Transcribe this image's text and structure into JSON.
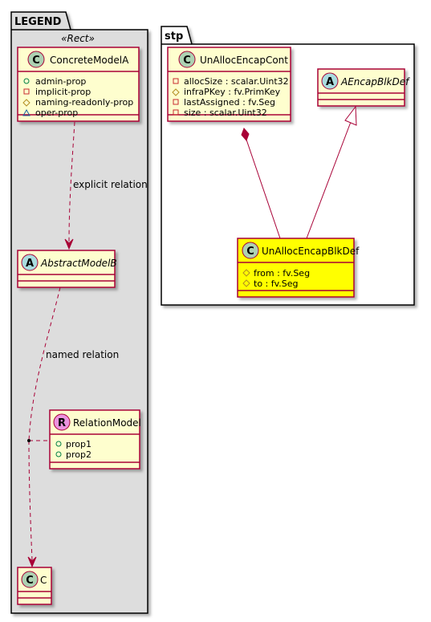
{
  "colors": {
    "class_fill": "#FEFECE",
    "class_border": "#A80036",
    "highlight_fill": "#FFFF00",
    "package_fill_legend": "#DDDDDD",
    "package_border": "#000000",
    "badge_class": "#ADD1B2",
    "badge_abstract": "#A9DCDF",
    "badge_relation": "#EB93DF"
  },
  "legend": {
    "title": "LEGEND",
    "stereotype": "«Rect»",
    "concrete": {
      "badge": "C",
      "name": "ConcreteModelA",
      "fields": [
        {
          "vis": "+",
          "text": "admin-prop"
        },
        {
          "vis": "-",
          "text": "implicit-prop"
        },
        {
          "vis": "#",
          "text": "naming-readonly-prop"
        },
        {
          "vis": "~",
          "text": "oper-prop"
        }
      ]
    },
    "explicit_label": "explicit relation",
    "abstract": {
      "badge": "A",
      "name": "AbstractModelB"
    },
    "named_label": "named relation",
    "relation": {
      "badge": "R",
      "name": "RelationModel",
      "fields": [
        {
          "vis": "+",
          "text": "prop1"
        },
        {
          "vis": "+",
          "text": "prop2"
        }
      ]
    },
    "c": {
      "badge": "C",
      "name": "C"
    }
  },
  "stp": {
    "title": "stp",
    "cont": {
      "badge": "C",
      "name": "UnAllocEncapCont",
      "fields": [
        {
          "vis": "-",
          "text": "allocSize : scalar.Uint32"
        },
        {
          "vis": "#",
          "text": "infraPKey : fv.PrimKey"
        },
        {
          "vis": "-",
          "text": "lastAssigned : fv.Seg"
        },
        {
          "vis": "-",
          "text": "size : scalar.Uint32"
        }
      ]
    },
    "abs": {
      "badge": "A",
      "name": "AEncapBlkDef"
    },
    "blk": {
      "badge": "C",
      "name": "UnAllocEncapBlkDef",
      "fields": [
        {
          "vis": "#",
          "text": "from : fv.Seg"
        },
        {
          "vis": "#",
          "text": "to : fv.Seg"
        }
      ]
    }
  }
}
